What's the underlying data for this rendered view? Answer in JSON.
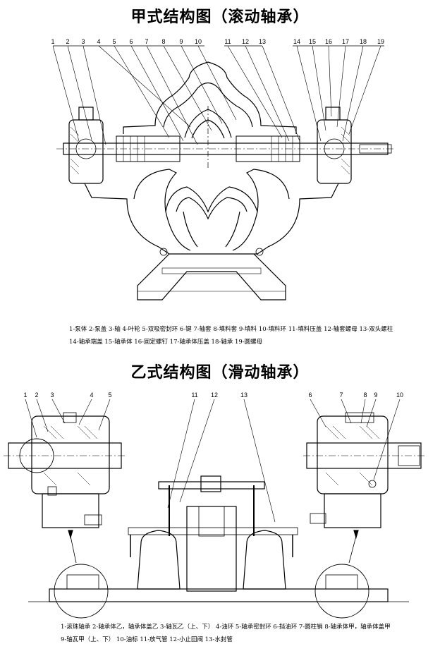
{
  "diagram_a": {
    "title": "甲式结构图（滚动轴承）",
    "callouts": [
      "1",
      "2",
      "3",
      "4",
      "5",
      "6",
      "7",
      "8",
      "9",
      "10",
      "11",
      "12",
      "13",
      "14",
      "15",
      "16",
      "17",
      "18",
      "19"
    ],
    "legend_lines": [
      "1-泵体  2-泵盖  3-轴  4-叶轮  5-双吸密封环  6-键  7-轴套  8-填料套  9-填料  10-填料环  11-填料压盖  12-轴套螺母  13-双头螺柱",
      "14-轴承端盖  15-轴承体  16-固定螺钉  17-轴承体压盖  18-轴承  19-圆螺母"
    ]
  },
  "diagram_b": {
    "title": "乙式结构图（滑动轴承）",
    "left_callouts": [
      "1",
      "2",
      "3",
      "4",
      "5"
    ],
    "center_callouts": [
      "11",
      "12",
      "13"
    ],
    "right_callouts": [
      "6",
      "7",
      "8",
      "9",
      "10"
    ],
    "legend_lines": [
      "1-滚珠轴承  2-轴承体乙，轴承体盖乙  3-轴瓦乙（上、下）  4-油环  5-轴承密封环  6-挡油环  7-圆柱销  8-轴承体甲，轴承体盖甲",
      "9-轴瓦甲（上、下）  10-油标  11-放气管  12-小止回阀  13-水封管"
    ]
  }
}
